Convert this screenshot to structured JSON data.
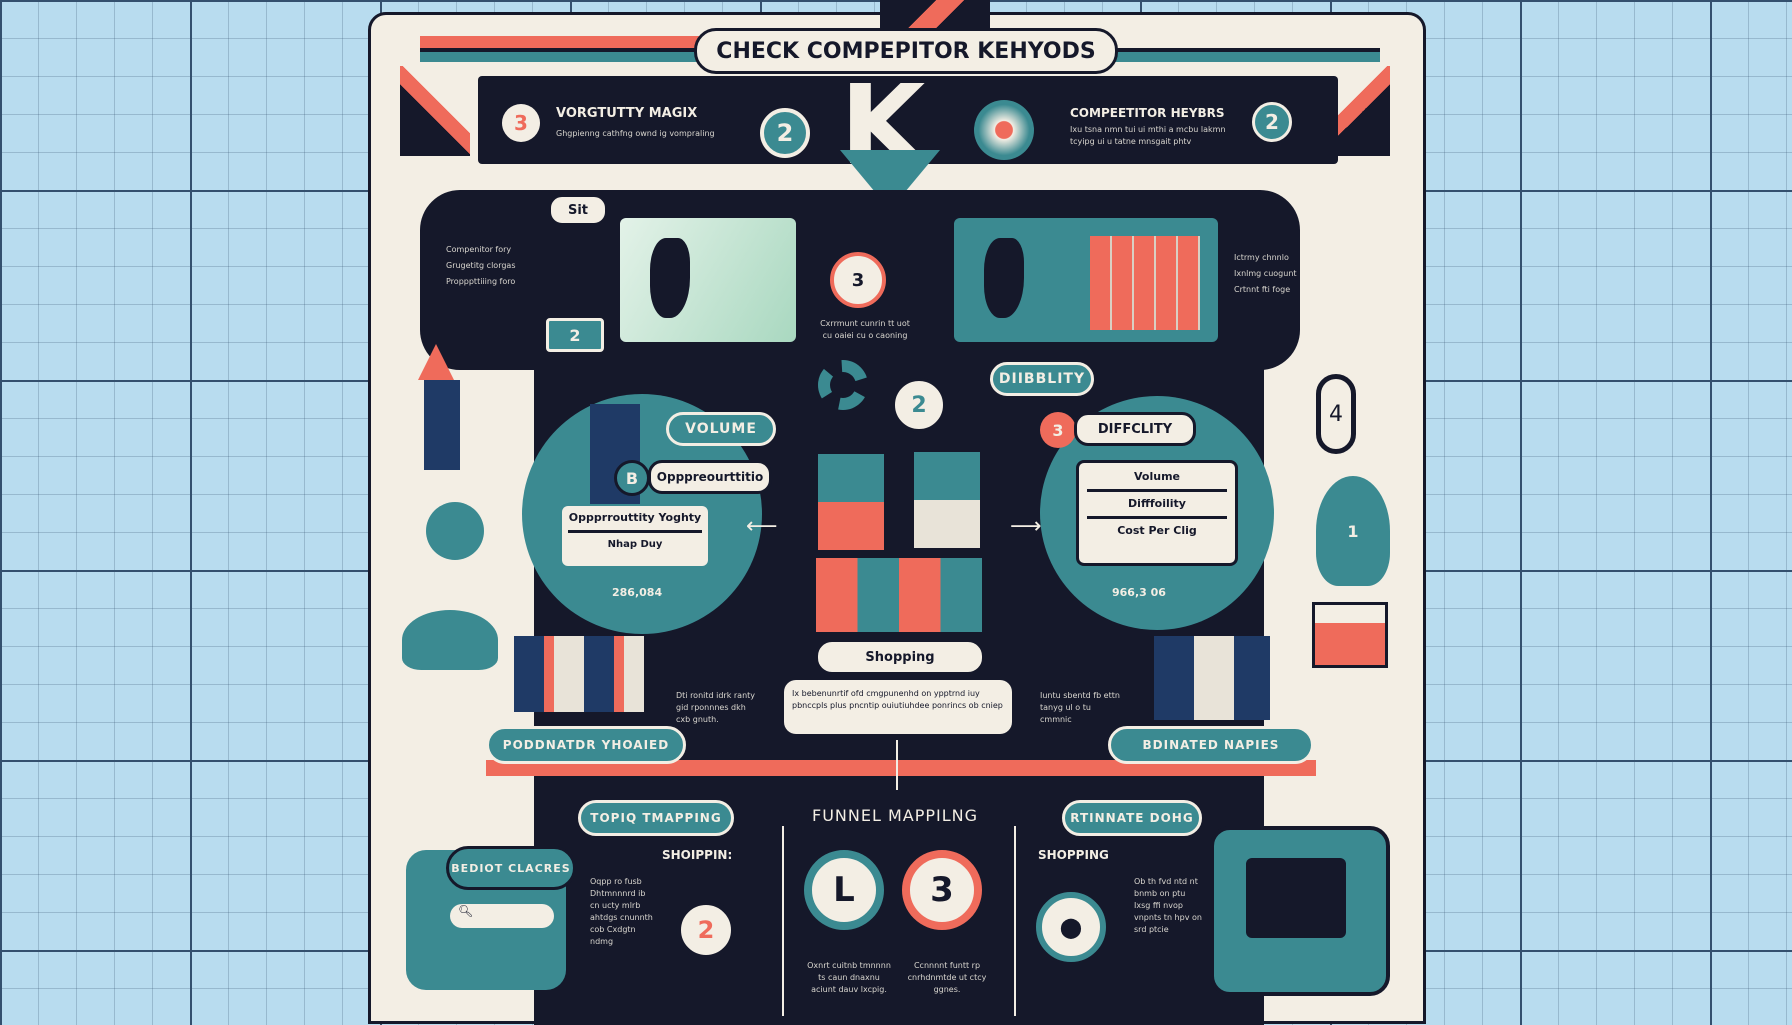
{
  "title": "CHECK COMPEPITOR KEHYODS",
  "logo": "K",
  "top_left": {
    "number": "3",
    "heading": "VORGTUTTY MAGIX",
    "text": "Ghgpienng cathfng ownd ig vompraling"
  },
  "top_center_number": "2",
  "top_right": {
    "heading": "COMPEETITOR HEYBRS",
    "text": "Ixu tsna nmn tui ui mthi a mcbu lakmn tcyipg ui u tatne mnsgait phtv",
    "number": "2"
  },
  "left_list": [
    "Compenitor fory",
    "Grugetitg clorgas",
    "Propppttiiing foro"
  ],
  "left_tag": "Sit",
  "left_badge": "2",
  "center_step": "3",
  "center_step_text": "Cxrrmunt cunrin tt uot cu oaiei cu o caoning",
  "right_list": [
    "Ictrmy chnnlo",
    "Ixnlmg cuogunt",
    "Crtnnt fti foge"
  ],
  "difficulty_pill": "DIIBBLITY",
  "center_number": "2",
  "volume_pill": "VOLUME",
  "opportunity_number": "B",
  "opportunity_pill": "Opppreourttitio",
  "opportunity_box": [
    "Oppprrouttity Yoghty",
    "Nhap Duy"
  ],
  "left_value": "286,084",
  "difficulty_number": "3",
  "difficulty_pill2": "DIFFCLITY",
  "right_box": [
    "Volume",
    "Difffoility",
    "Cost Per Clig"
  ],
  "right_value": "966,3 06",
  "shopping_pill": "Shopping",
  "center_note": "Ix bebenunrtif ofd cmgpunenhd on ypptrnd iuy pbnccpls plus pncntip ouiutiuhdee ponrincs ob cniep",
  "left_note": "Dti ronitd idrk ranty gid rponnnes dkh cxb gnuth.",
  "right_note": "Iuntu sbentd fb ettn tanyg ul o tu cmmnic",
  "left_banner": "PODDNATDR YHOAIED",
  "right_banner": "BDINATED NAPIES",
  "topic_pill": "TOPIQ TMAPPING",
  "funnel_title": "FUNNEL MAPPILNG",
  "estimate_pill": "RTINNATE DOHG",
  "select_card": "BEDIOT CLACRES",
  "shoppin_left": "SHOIPPIN:",
  "shopping_right": "SHOPPING",
  "left_bottom_text": "Oqpp ro fusb Dhtmnnnrd ib cn ucty mlrb ahtdgs cnunnth cob Cxdgtn ndmg",
  "magnifier_number": "2",
  "funnel_numbers": [
    "L",
    "3"
  ],
  "funnel_texts": [
    "Oxnrt cuitnb tmnnnn ts caun dnaxnu aciunt dauv lxcpig.",
    "Ccnnnnt funtt rp cnrhdnmtde ut ctcy ggnes."
  ],
  "right_bottom_text": "Ob th fvd ntd nt bnmb on ptu Ixsg ffi nvop vnpnts tn hpv on srd ptcie",
  "side_right_number": "4",
  "plant_number": "1",
  "colors": {
    "navy": "#15182a",
    "teal": "#3b8a91",
    "coral": "#ef6b5b",
    "cream": "#f3eee4",
    "sky": "#b8dcef"
  }
}
